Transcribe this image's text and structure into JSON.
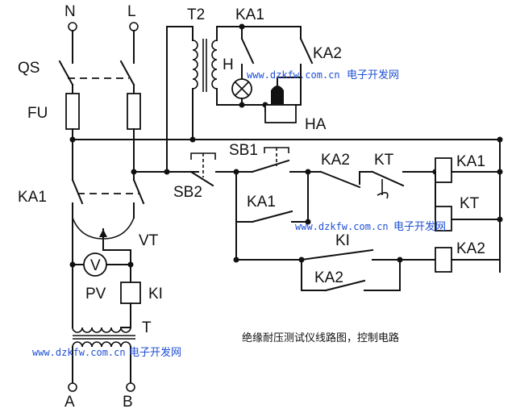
{
  "labels": {
    "N": "N",
    "L": "L",
    "QS": "QS",
    "FU": "FU",
    "T2": "T2",
    "H": "H",
    "HA": "HA",
    "KA1_top": "KA1",
    "KA2_top": "KA2",
    "SB1": "SB1",
    "SB2": "SB2",
    "KA1_main": "KA1",
    "KA1_hold": "KA1",
    "KA2_ctrl": "KA2",
    "KT_contact": "KT",
    "KA1_coil": "KA1",
    "KT_coil": "KT",
    "KA2_coil": "KA2",
    "KI_contact": "KI",
    "KA2_hold": "KA2",
    "VT": "VT",
    "V_meter": "V",
    "PV": "PV",
    "KI_coil": "KI",
    "T": "T",
    "A": "A",
    "B": "B"
  },
  "watermarks": {
    "url": "www.dzkfw.com.cn",
    "site": "电子开发网"
  },
  "caption": "绝缘耐压测试仪线路图，控制电路"
}
